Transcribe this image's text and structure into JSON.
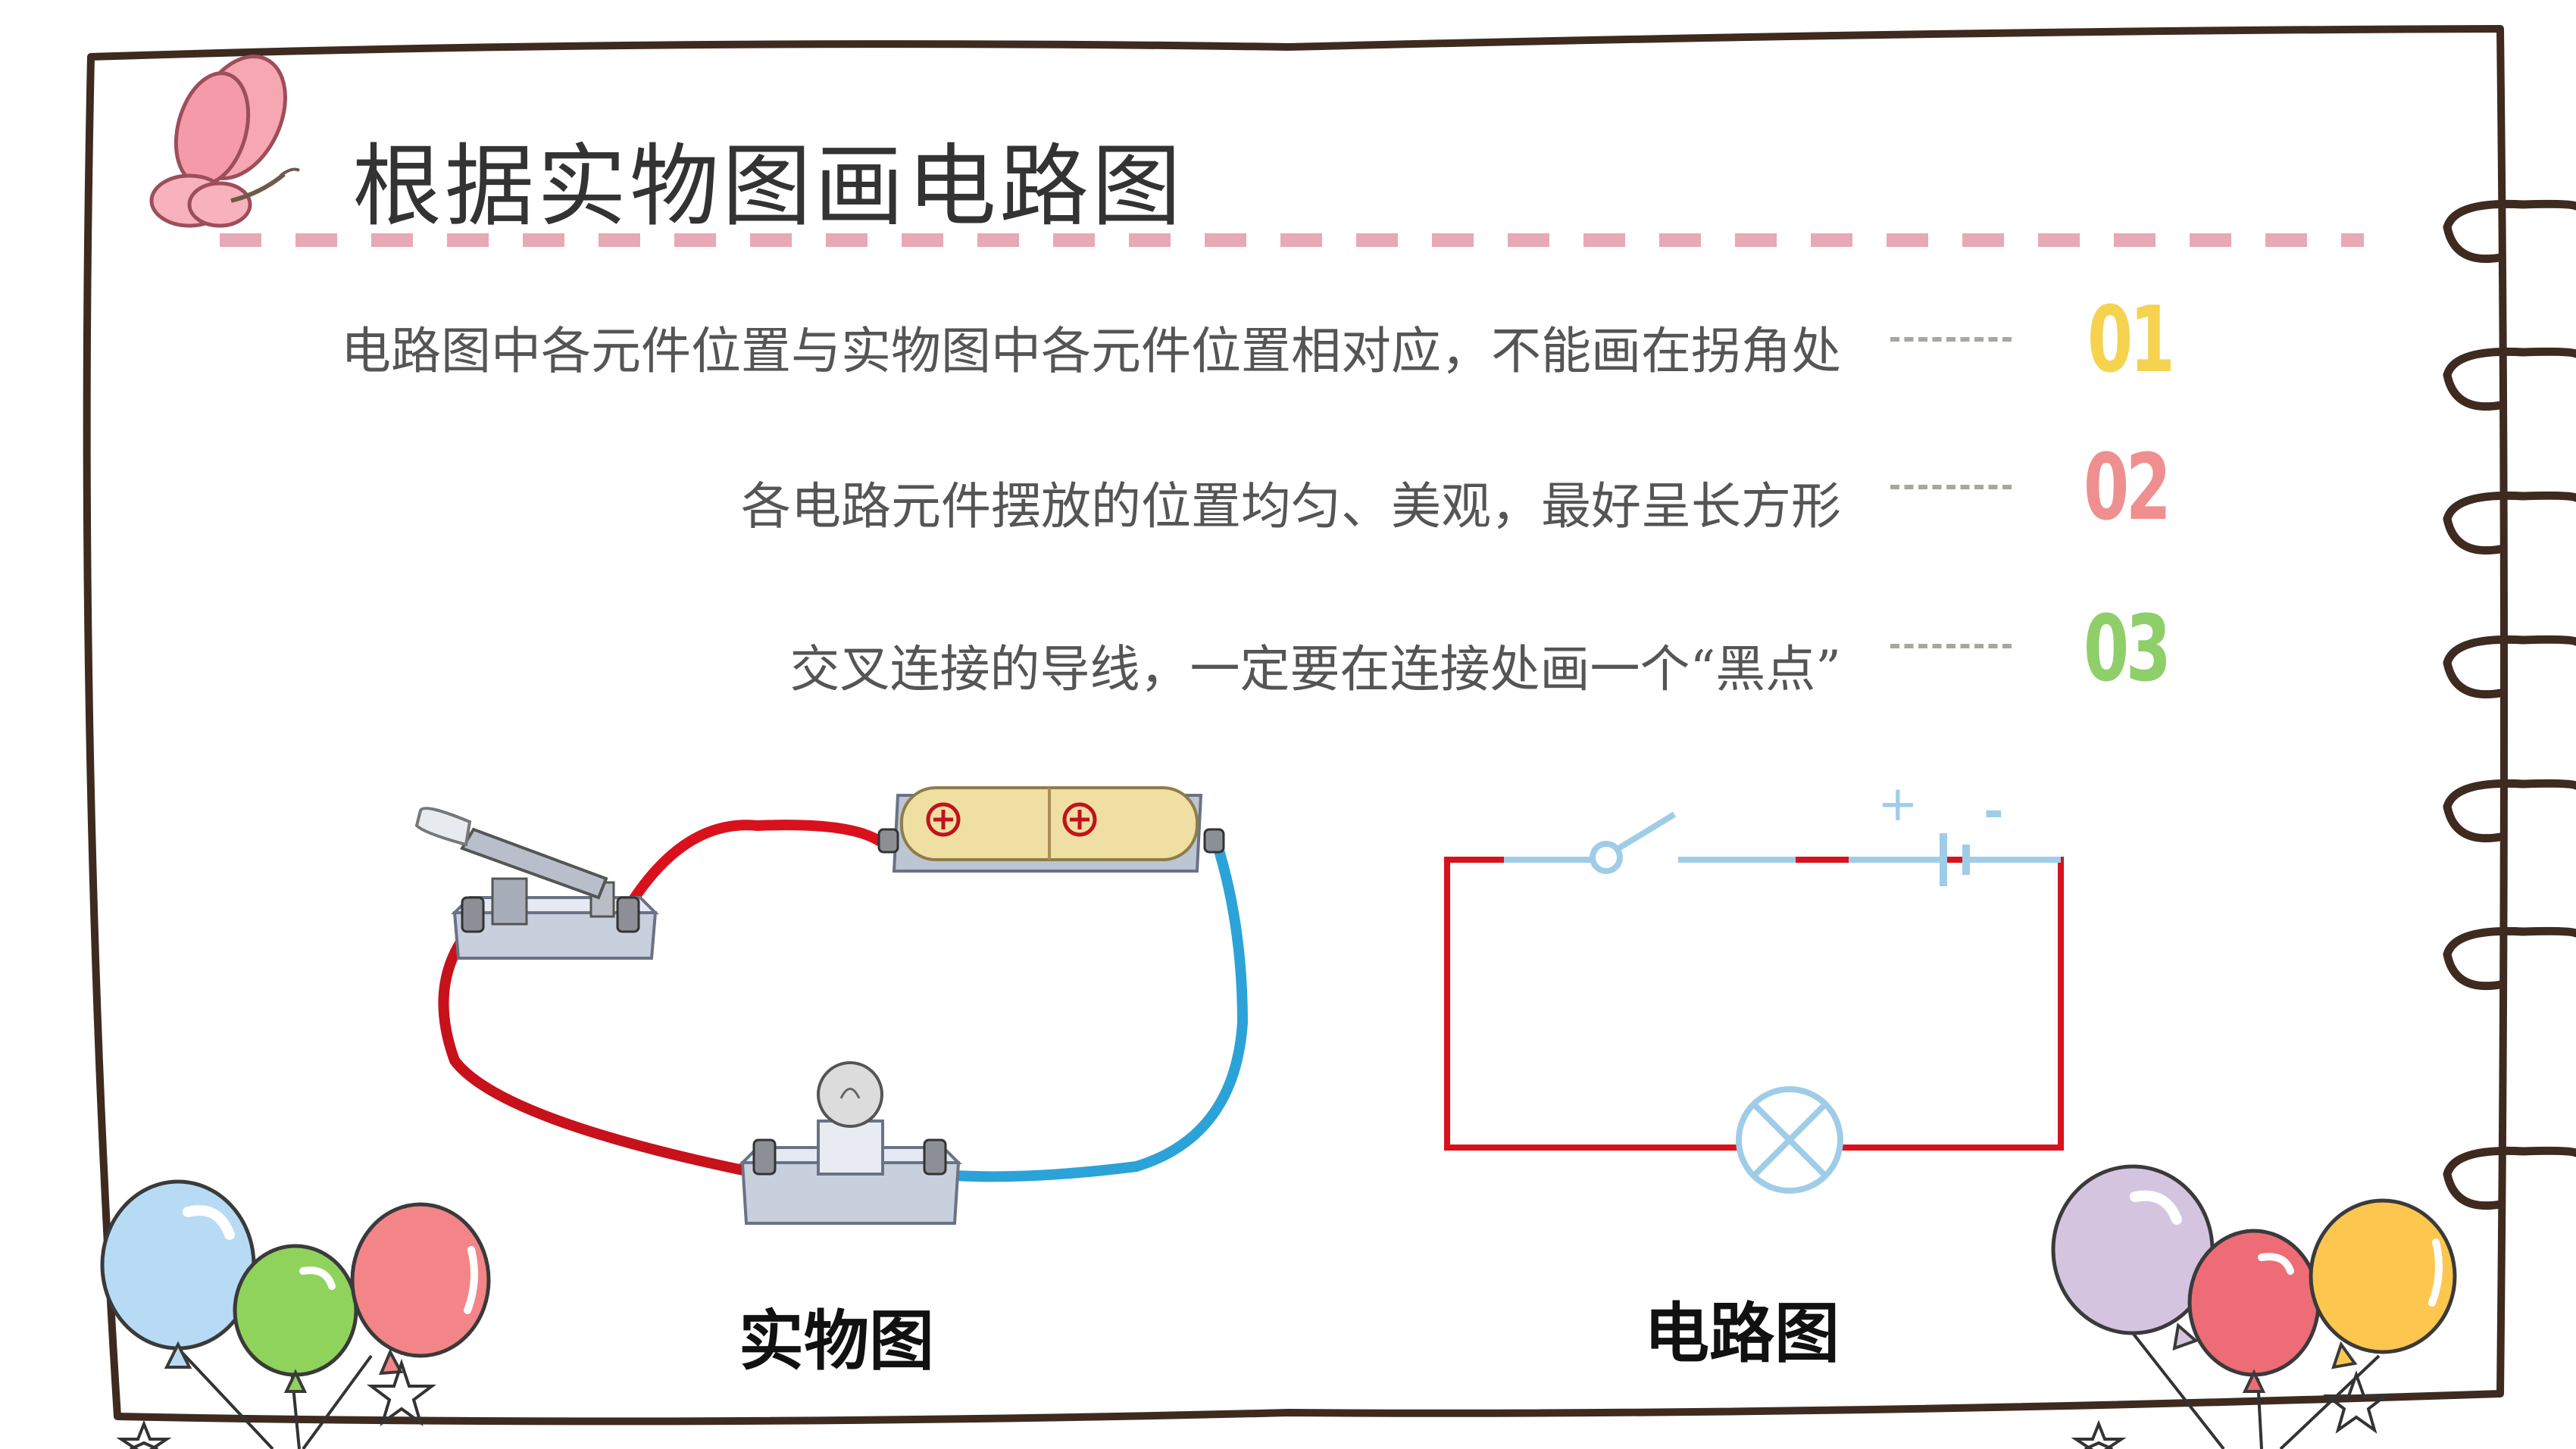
{
  "slide": {
    "title": "根据实物图画电路图",
    "tips": [
      {
        "text": "电路图中各元件位置与实物图中各元件位置相对应，不能画在拐角处",
        "number": "01",
        "color": "#f5d34f"
      },
      {
        "text": "各电路元件摆放的位置均匀、美观，最好呈长方形",
        "number": "02",
        "color": "#ef8f8f"
      },
      {
        "text": "交叉连接的导线，一定要在连接处画一个“黑点”",
        "number": "03",
        "color": "#8fcf6a"
      }
    ],
    "figures": {
      "physical_caption": "实物图",
      "circuit_caption": "电路图"
    },
    "circuit_symbols": {
      "battery_plus": "+",
      "battery_minus": "-"
    },
    "colors": {
      "frame": "#3e2a1f",
      "dash_accent": "#e8a9b6",
      "wire_red": "#d9111c",
      "wire_blue": "#2ba3d8",
      "symbol_blue": "#9fcde8"
    }
  }
}
